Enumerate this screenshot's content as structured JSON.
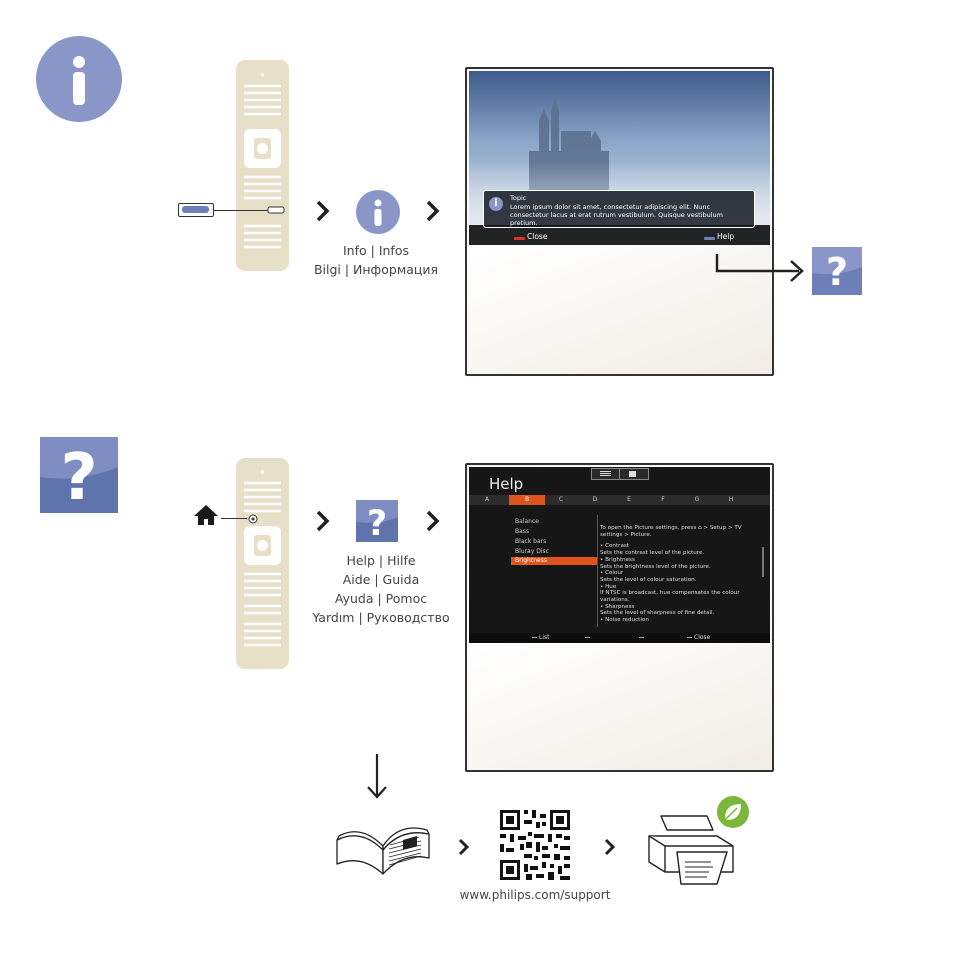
{
  "info_section": {
    "caption_line1": "Info | Infos",
    "caption_line2": "Bilgi | Информация",
    "tv": {
      "topic_title": "Topic",
      "topic_text": "Lorem ipsum dolor sit amet, consectetur adipiscing elit. Nunc consectetur lacus at erat rutrum vestibulum. Quisque vestibulum pretium.",
      "close_label": "Close",
      "help_label": "Help"
    }
  },
  "help_section": {
    "caption_lines": [
      "Help | Hilfe",
      "Aide | Guida",
      "Ayuda | Pomoc",
      "Yardım | Руководство"
    ],
    "tv": {
      "title": "Help",
      "letters": [
        "A",
        "B",
        "C",
        "D",
        "E",
        "F",
        "G",
        "H"
      ],
      "active_letter": "B",
      "list_items": [
        "Balance",
        "Bass",
        "Black bars",
        "Bluray Disc",
        "Brightness"
      ],
      "selected_item": "Brightness",
      "intro": "To open the Picture settings, press",
      "intro_path": "> Setup > TV settings > Picture.",
      "content_lines": [
        "• Contrast",
        "Sets the contrast level of the picture.",
        "• Brightness",
        "Sets the brightness level of the picture.",
        "• Colour",
        "Sets the level of colour saturation.",
        "• Hue",
        "If NTSC is broadcast, hue compensates the colour variations.",
        "• Sharpness",
        "Sets the level of sharpness of fine detail.",
        "• Noise reduction"
      ],
      "footer": [
        "List",
        "Close"
      ]
    }
  },
  "support": {
    "url": "www.philips.com/support"
  },
  "colors": {
    "info_blue": "#8a96c8",
    "help_blue": "#6d7fb8",
    "remote_beige": "#e8dfc8",
    "red_key": "#e03020",
    "orange_highlight": "#e0531c",
    "leaf_green": "#7ab73a"
  }
}
